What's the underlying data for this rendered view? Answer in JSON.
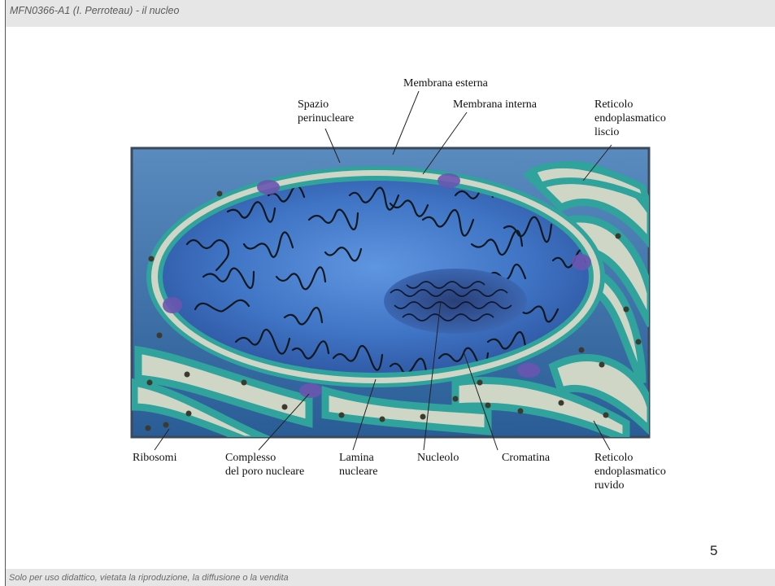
{
  "header": {
    "title": "MFN0366-A1 (I. Perroteau) - il nucleo"
  },
  "footer": {
    "text": "Solo per uso didattico, vietata la riproduzione, la diffusione o la vendita"
  },
  "page_number": "5",
  "diagram": {
    "labels": {
      "membrana_esterna": "Membrana esterna",
      "spazio_perinucleare": "Spazio\nperinucleare",
      "membrana_interna": "Membrana interna",
      "reticolo_liscio": "Reticolo\nendoplasmatico\nliscio",
      "ribosomi": "Ribosomi",
      "complesso_poro": "Complesso\ndel poro nucleare",
      "lamina_nucleare": "Lamina\nnucleare",
      "nucleolo": "Nucleolo",
      "cromatina": "Cromatina",
      "reticolo_ruvido": "Reticolo\nendoplasmatico\nruvido"
    },
    "colors": {
      "background_top": "#4f80b4",
      "background_bottom": "#2b5f99",
      "membrane_outer": "#2fa39c",
      "membrane_fill": "#cfd6c6",
      "nucleoplasm": "#3f78c8",
      "chromatin": "#101820",
      "pore": "#6a55b0",
      "ribosome": "#3a3a2e"
    }
  }
}
